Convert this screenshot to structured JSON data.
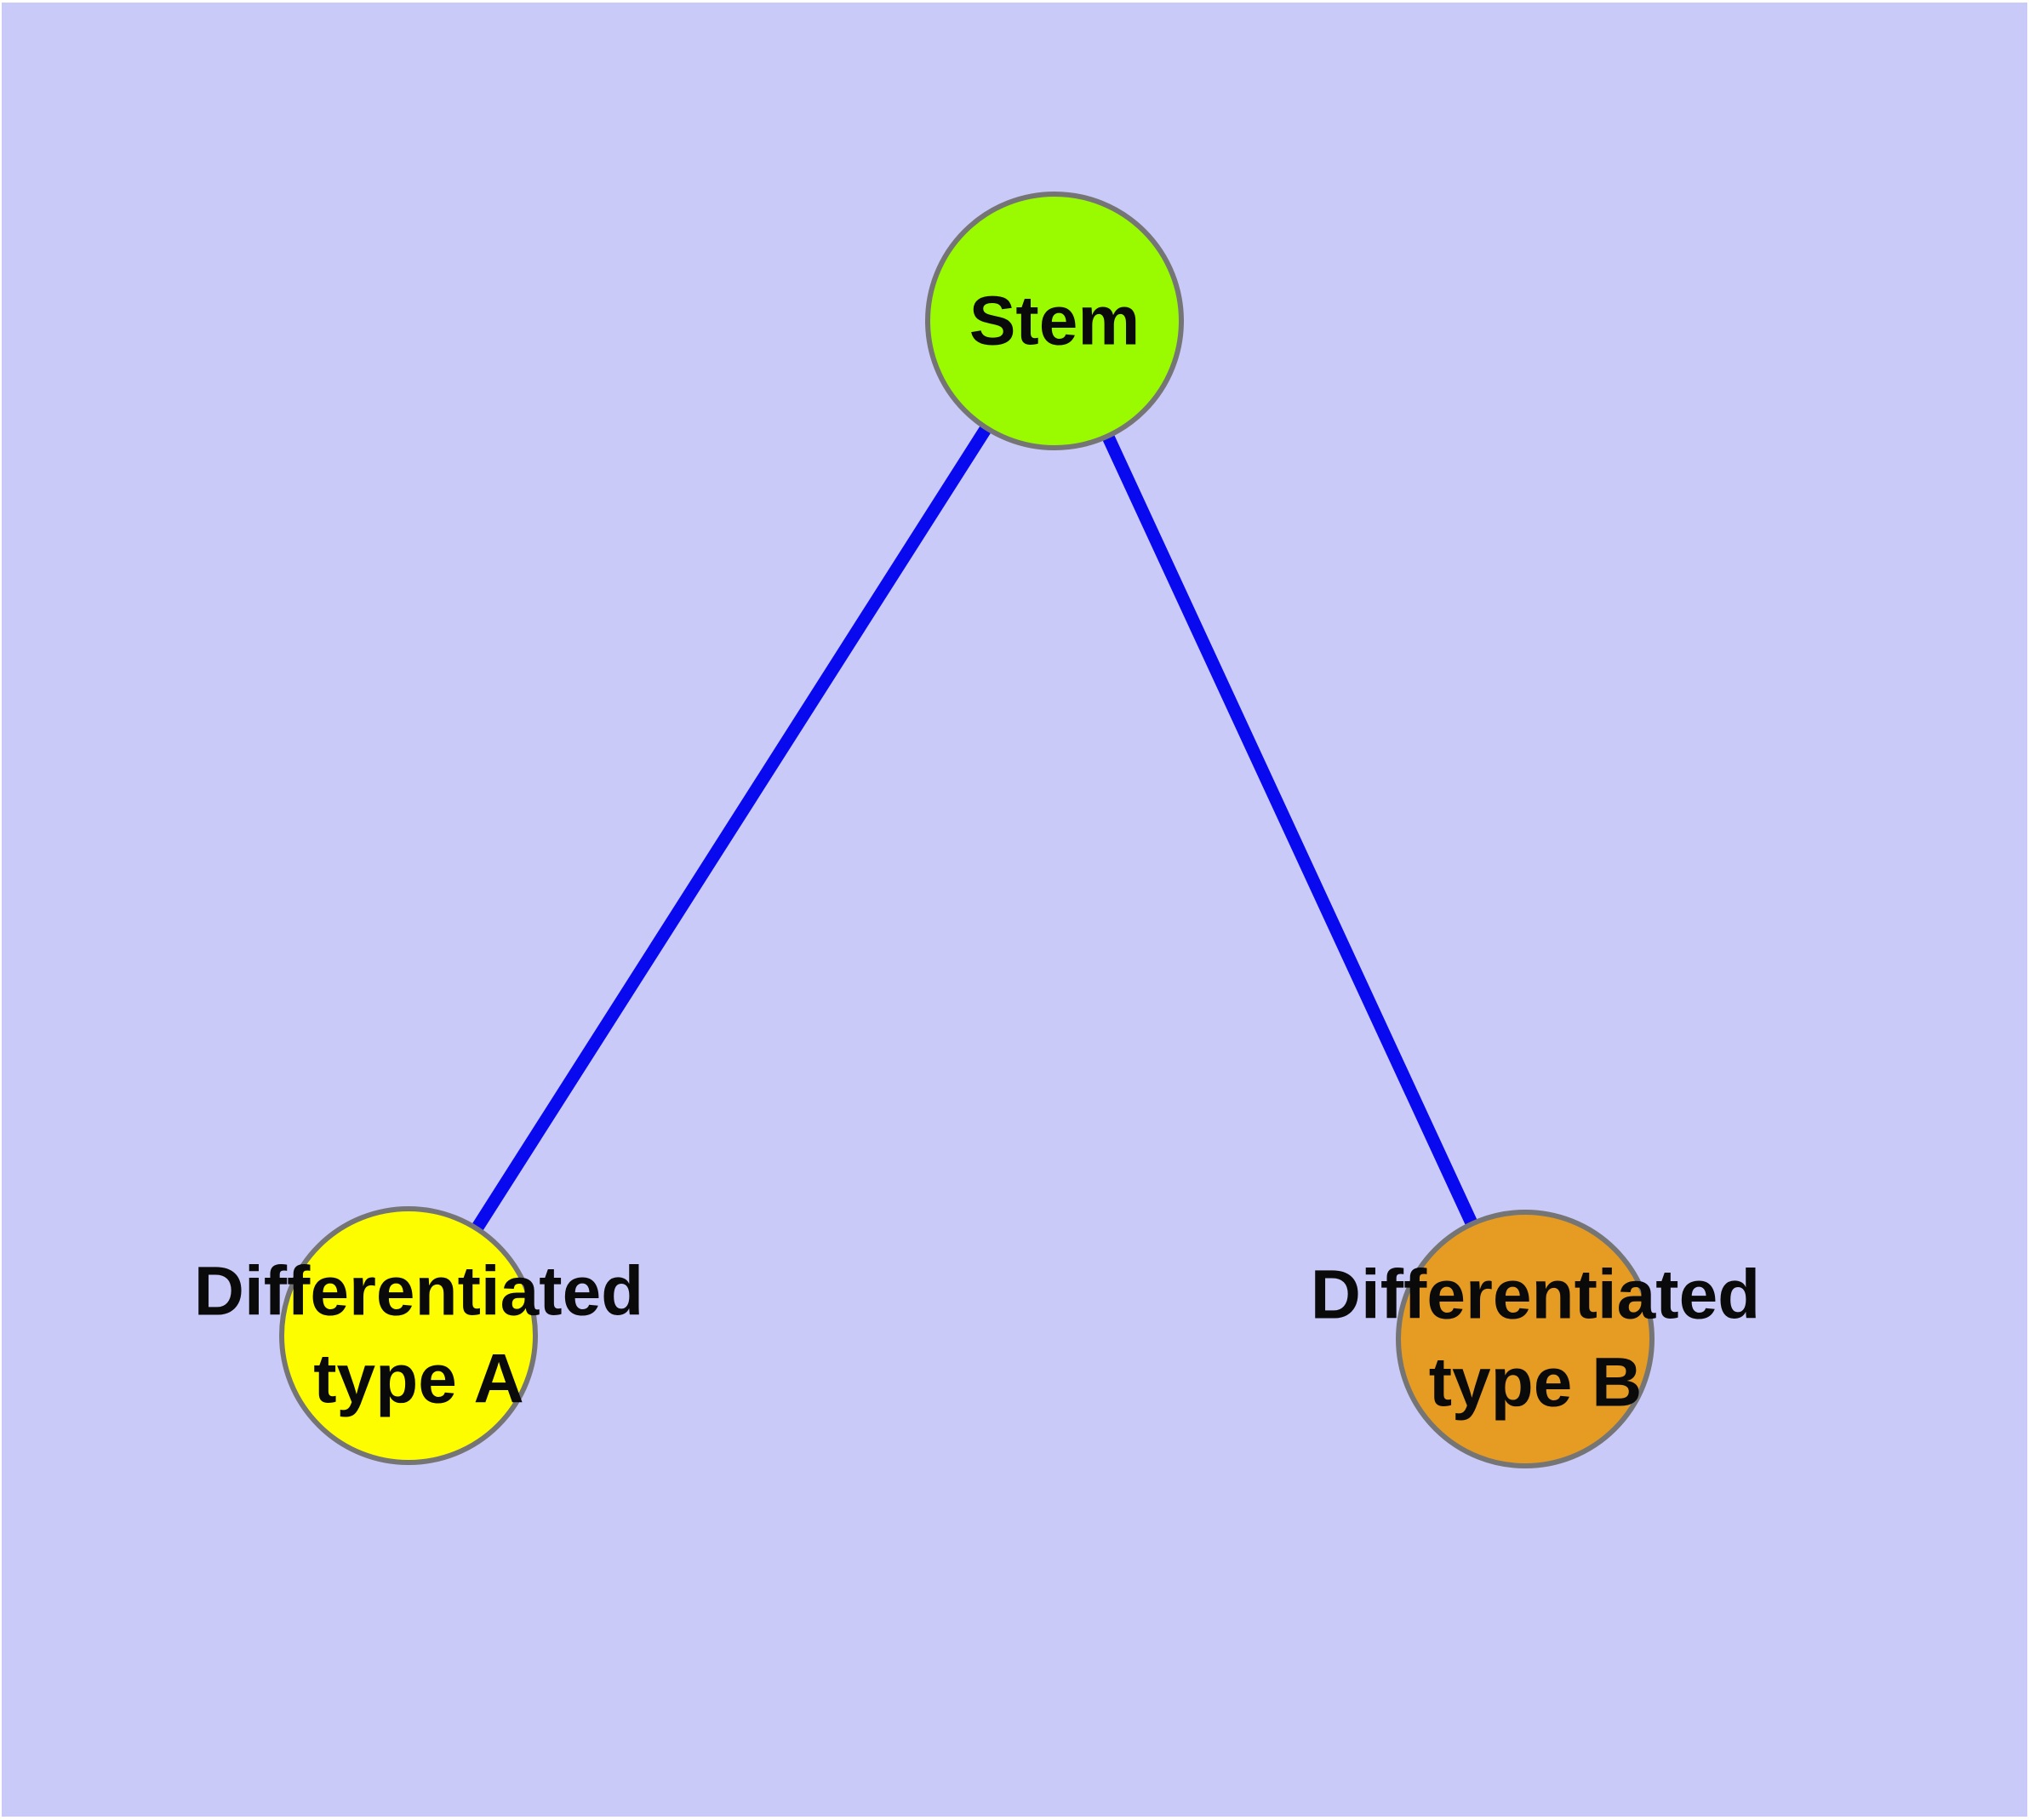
{
  "canvas": {
    "background_color": "#cacaf8",
    "frame_color": "#ffffff"
  },
  "graph": {
    "type": "node-link-diagram",
    "edge_color": "#0909f0",
    "node_stroke_color": "#757575",
    "label_color": "#0a0a0a",
    "nodes": [
      {
        "id": "stem",
        "label": "Stem",
        "fill": "#9afa00"
      },
      {
        "id": "differentiated-type-a",
        "label": "Differentiated type A",
        "label_line1": "Differentiated",
        "label_line2": "type A",
        "fill": "#fdfd00"
      },
      {
        "id": "differentiated-type-b",
        "label": "Differentiated type B",
        "label_line1": "Differentiated",
        "label_line2": "type B",
        "fill": "#e69b23"
      }
    ],
    "edges": [
      {
        "from": "Stem",
        "to": "Differentiated type A"
      },
      {
        "from": "Stem",
        "to": "Differentiated type B"
      }
    ]
  }
}
